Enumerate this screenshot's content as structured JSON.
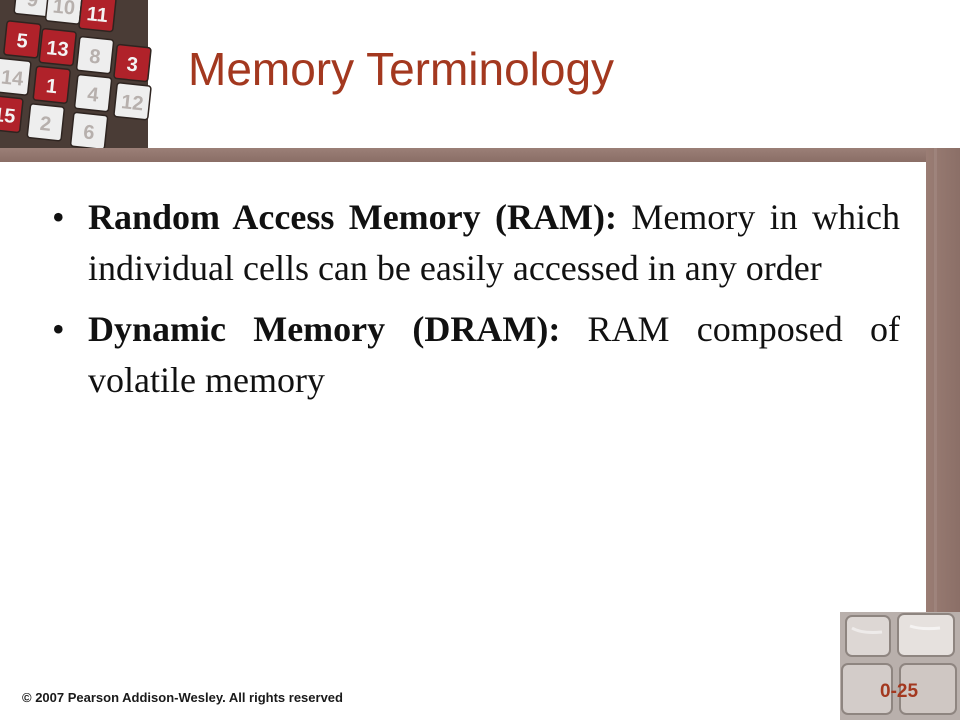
{
  "slide": {
    "title": "Memory Terminology",
    "bullets": [
      {
        "term": "Random Access Memory (RAM):",
        "text": " Memory in which individual cells can be easily accessed in any order"
      },
      {
        "term": "Dynamic Memory (DRAM):",
        "text": " RAM composed of volatile memory"
      }
    ],
    "bullet_glyph": "•",
    "footer": "© 2007 Pearson Addison-Wesley. All rights reserved",
    "page_number": "0-25"
  },
  "colors": {
    "title": "#a3381f",
    "frame": "#937870",
    "tile_red": "#b0222a",
    "tile_white": "#eeeeee"
  },
  "puzzle_tiles": [
    "9",
    "10",
    "11",
    "5",
    "13",
    "8",
    "3",
    "14",
    "1",
    "4",
    "12",
    "15",
    "2",
    "6"
  ]
}
